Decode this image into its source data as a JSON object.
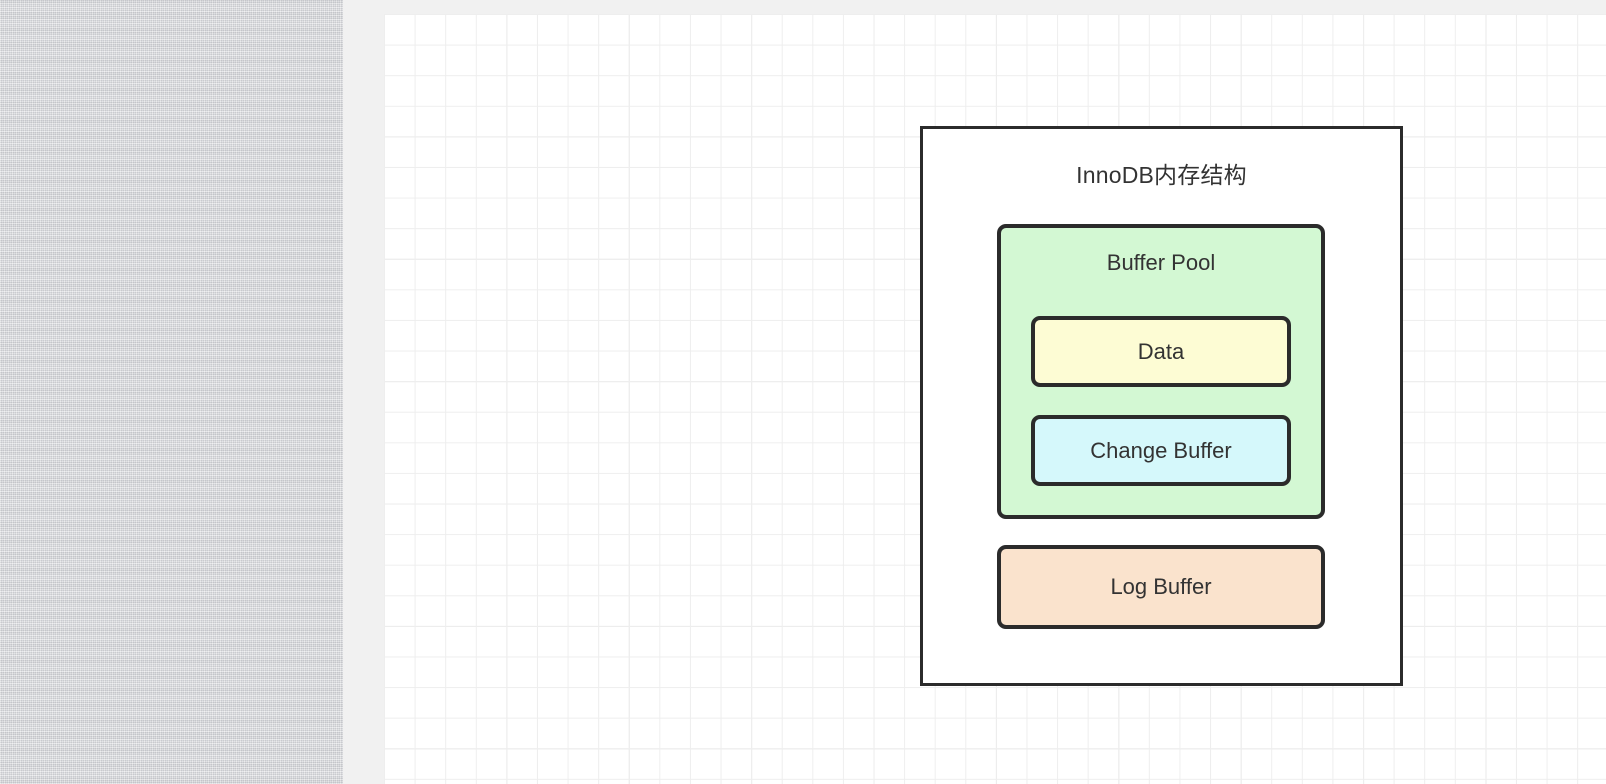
{
  "workspace": {
    "left_panel": {
      "name": "textured-background-panel",
      "color": "#d9dadd"
    },
    "canvas": {
      "name": "diagram-grid-canvas",
      "background_color": "#ffffff",
      "minor_grid_color": "#eeeeee",
      "major_grid_color": "#e4e4e4",
      "grid_on": true
    },
    "gutter_color": "#f1f1f1"
  },
  "diagram": {
    "outer_container": {
      "title": "InnoDB内存结构",
      "fill": "#ffffff",
      "stroke": "#2b2b2b"
    },
    "buffer_pool": {
      "label": "Buffer Pool",
      "fill": "#d3f8d3",
      "stroke": "#2b2b2b",
      "children": [
        {
          "label": "Data",
          "fill": "#fdfcd4",
          "stroke": "#2b2b2b"
        },
        {
          "label": "Change Buffer",
          "fill": "#d5f8fb",
          "stroke": "#2b2b2b"
        }
      ]
    },
    "log_buffer": {
      "label": "Log Buffer",
      "fill": "#fae3cd",
      "stroke": "#2b2b2b"
    },
    "text_color": "#333333"
  }
}
